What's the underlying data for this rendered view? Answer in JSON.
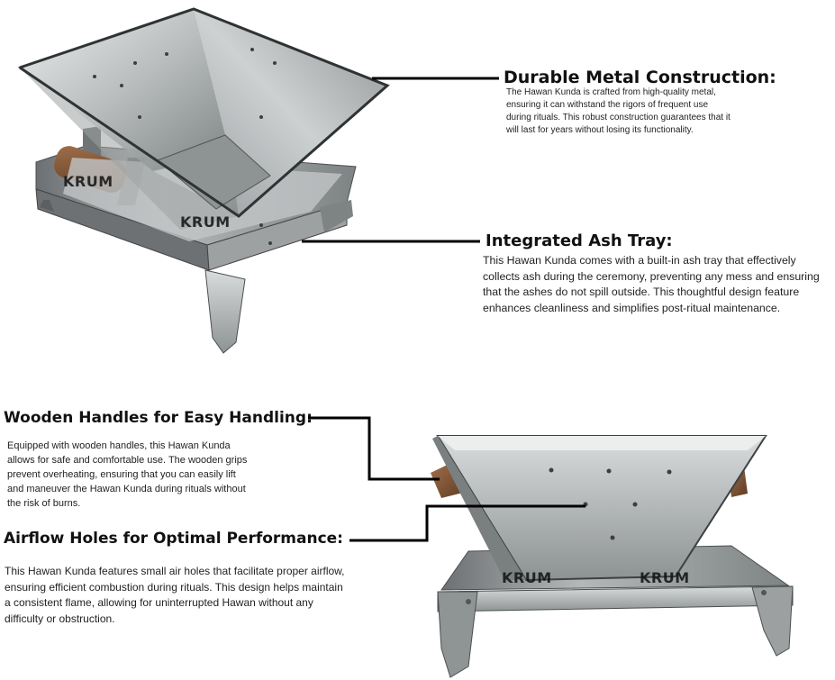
{
  "features": {
    "metal": {
      "title": "Durable Metal Construction:",
      "body": "The Hawan Kunda is crafted from high-quality metal, ensuring it can withstand the rigors of frequent use during rituals. This robust construction guarantees that it will last for years without losing its functionality."
    },
    "ash_tray": {
      "title": "Integrated Ash Tray:",
      "body": "This Hawan Kunda comes with a built-in ash tray that effectively collects ash during the ceremony, preventing any mess and ensuring that the ashes do not spill outside. This thoughtful design feature enhances cleanliness and simplifies post-ritual maintenance."
    },
    "handles": {
      "title": "Wooden Handles for Easy Handling:",
      "body": "Equipped with wooden handles, this Hawan Kunda allows for safe and comfortable use. The wooden grips prevent overheating, ensuring that you can easily lift and maneuver the Hawan Kunda during rituals without the risk of burns."
    },
    "airflow": {
      "title": "Airflow Holes for Optimal Performance:",
      "body": "This Hawan Kunda features small air holes that facilitate proper airflow, ensuring efficient combustion during rituals. This design helps maintain a consistent flame, allowing for uninterrupted Hawan without any difficulty or obstruction."
    }
  },
  "watermarks": {
    "top_1": "KRUM",
    "top_2": "KRUM",
    "bottom_1": "KRUM",
    "bottom_2": "KRUM"
  },
  "colors": {
    "metal_light": "#d8dadb",
    "metal_mid": "#a9adae",
    "metal_dark": "#5e6263",
    "wood": "#8a5a3a",
    "callout_line": "#000000"
  }
}
